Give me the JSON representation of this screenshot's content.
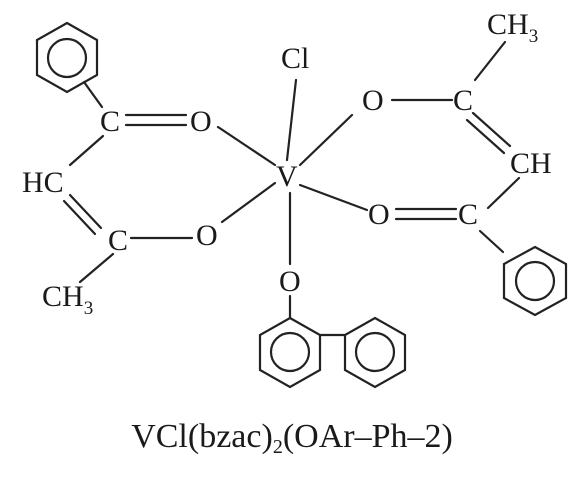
{
  "atoms": {
    "cl": "Cl",
    "v": "V",
    "o_top_left": "O",
    "o_bottom_left": "O",
    "o_top_right": "O",
    "o_bottom_right": "O",
    "o_aryloxy": "O",
    "c_top_left": "C",
    "c_bottom_left": "C",
    "c_top_right": "C",
    "c_bottom_right": "C",
    "hc_left": "HC",
    "ch_right": "CH",
    "ch3_left_main": "CH",
    "ch3_left_sub": "3",
    "ch3_right_main": "CH",
    "ch3_right_sub": "3"
  },
  "caption": {
    "prefix": "VCl(bzac)",
    "sub1": "2",
    "suffix": "(OAr–Ph–2)"
  }
}
